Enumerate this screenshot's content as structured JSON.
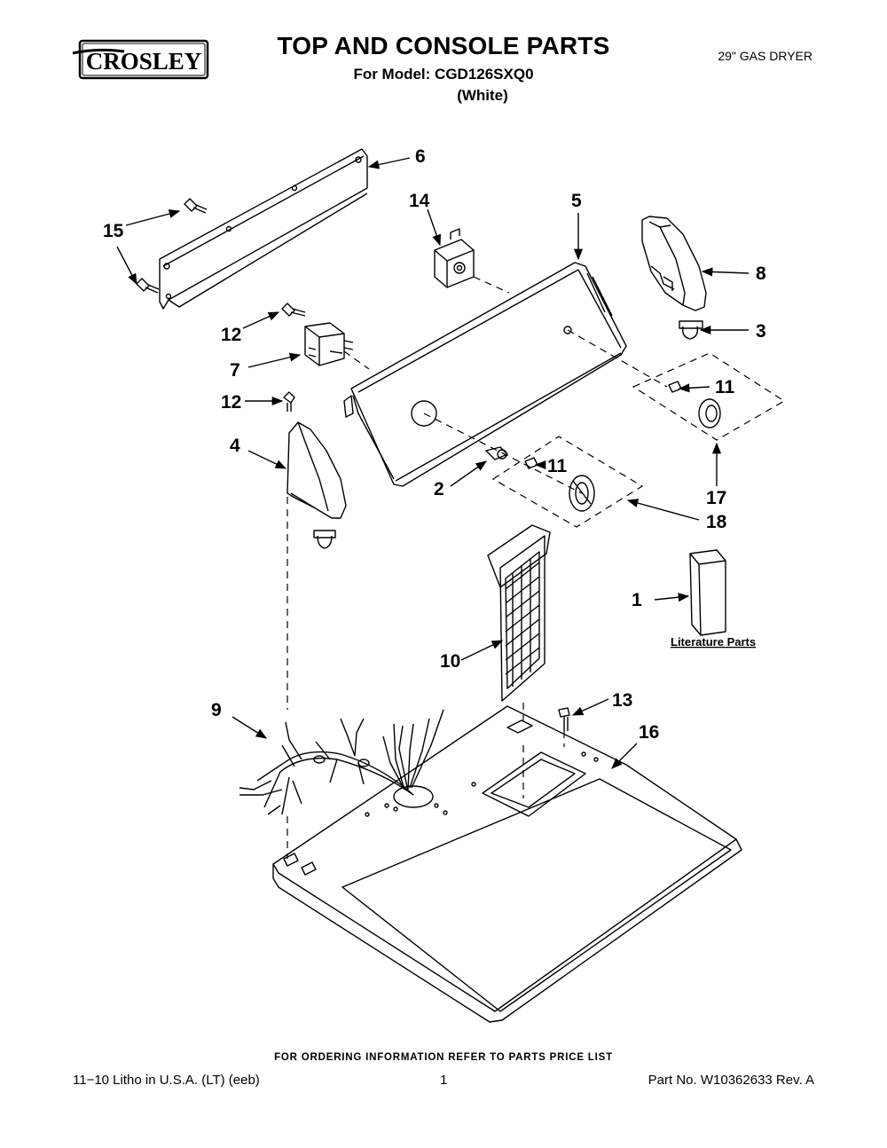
{
  "header": {
    "brand": "CROSLEY",
    "title": "TOP AND CONSOLE PARTS",
    "model_line": "For Model: CGD126SXQ0",
    "color_line": "(White)",
    "product_type": "29\" GAS DRYER"
  },
  "callouts": {
    "c1": "1",
    "c2": "2",
    "c3": "3",
    "c4": "4",
    "c5": "5",
    "c6": "6",
    "c7": "7",
    "c8": "8",
    "c9": "9",
    "c10": "10",
    "c11a": "11",
    "c11b": "11",
    "c12a": "12",
    "c12b": "12",
    "c13": "13",
    "c14": "14",
    "c15": "15",
    "c16": "16",
    "c17": "17",
    "c18": "18"
  },
  "literature_label": "Literature Parts",
  "footer": {
    "ordering_note": "FOR ORDERING INFORMATION REFER TO PARTS PRICE LIST",
    "litho": "11−10 Litho in U.S.A. (LT) (eeb)",
    "page": "1",
    "part_no": "Part No. W10362633 Rev. A"
  }
}
